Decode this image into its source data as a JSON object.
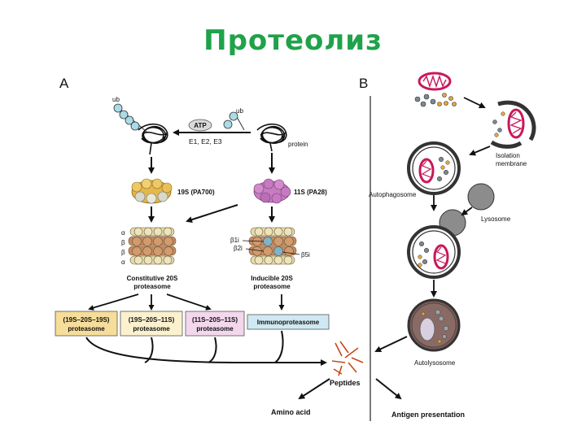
{
  "title": "Протеолиз",
  "panel_a": {
    "letter": "A",
    "ub_1": "ub",
    "ub_2": "ub",
    "atp": "ATP",
    "enzymes": "E1, E2, E3",
    "protein": "protein",
    "cap_19s": "19S (PA700)",
    "cap_11s": "11S (PA28)",
    "ring_alpha_1": "α",
    "ring_beta_1": "β",
    "ring_beta_2": "β",
    "ring_alpha_2": "α",
    "beta_1i": "β1i",
    "beta_2i": "β2i",
    "beta_5i": "β5i",
    "constitutive_1": "Constitutive 20S",
    "constitutive_2": "proteasome",
    "inducible_1": "Inducible 20S",
    "inducible_2": "proteasome",
    "box1_1": "(19S–20S–19S)",
    "box1_2": "proteasome",
    "box2_1": "(19S–20S–11S)",
    "box2_2": "proteasome",
    "box3_1": "(11S–20S–11S)",
    "box3_2": "proteasome",
    "box4": "Immunoproteasome",
    "peptides": "Peptides",
    "amino_acid": "Amino acid",
    "antigen": "Antigen presentation"
  },
  "panel_b": {
    "letter": "B",
    "isolation_1": "Isolation",
    "isolation_2": "membrane",
    "autophagosome": "Autophagosome",
    "lysosome": "Lysosome",
    "autolysosome": "Autolysosome"
  },
  "colors": {
    "title_green": "#1fa24a",
    "box1_fill": "#f6dd9a",
    "box2_fill": "#fbf1cf",
    "box3_fill": "#f3d7ec",
    "box4_fill": "#cfe9f2",
    "mito": "#c8185a",
    "cap19s": "#e4b84a",
    "cap11s": "#c77cc2",
    "core_tan": "#e7dcae",
    "core_brown": "#c88a5e",
    "ub_blue": "#a9dce6"
  }
}
